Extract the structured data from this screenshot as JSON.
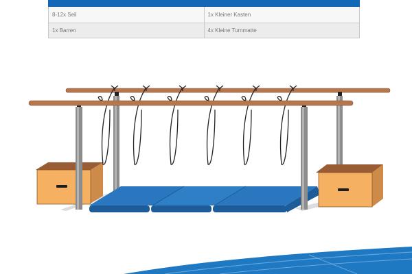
{
  "equipment_table": {
    "rows": [
      [
        "8-12x Seil",
        "1x Kleiner Kasten"
      ],
      [
        "1x Barren",
        "4x Kleine Turnmatte"
      ]
    ]
  },
  "illustration": {
    "rope_count": 6,
    "mat_count": 3,
    "colors": {
      "bar": "#b6764e",
      "box_top": "#9a5c34",
      "box_side": "#f6b061",
      "mat": "#2a77bf",
      "mat_dark": "#1d5c98",
      "post": "#8c8c8c",
      "banner": "#1e78c2"
    }
  }
}
